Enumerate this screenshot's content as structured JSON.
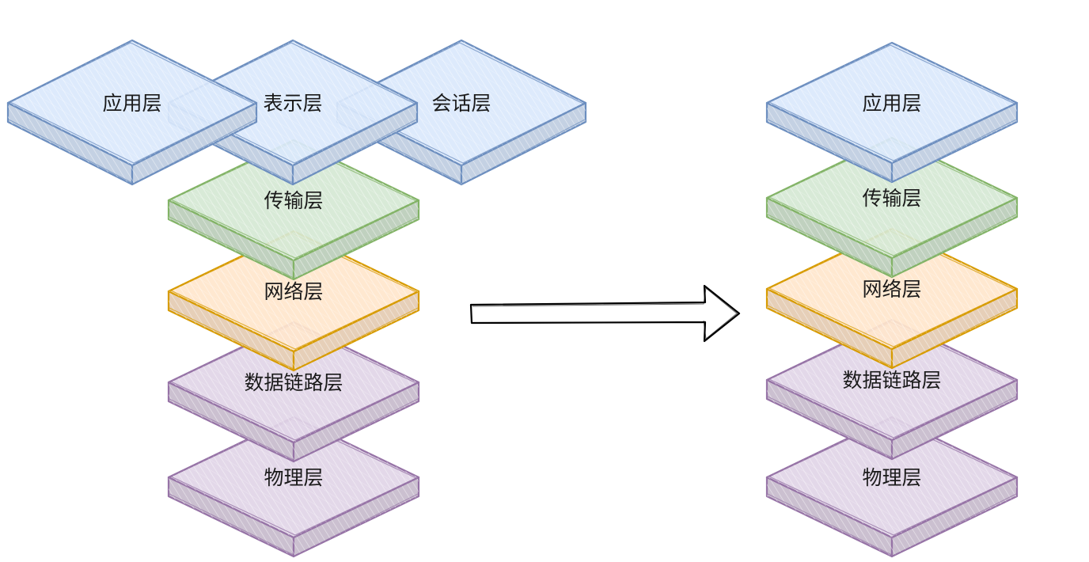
{
  "left_stack": {
    "top_row": [
      {
        "label": "应用层",
        "color": "#6c8ebf",
        "fill": "#dae8fc"
      },
      {
        "label": "表示层",
        "color": "#6c8ebf",
        "fill": "#dae8fc"
      },
      {
        "label": "会话层",
        "color": "#6c8ebf",
        "fill": "#dae8fc"
      }
    ],
    "layers": [
      {
        "label": "传输层",
        "color": "#82b366",
        "fill": "#d5e8d4"
      },
      {
        "label": "网络层",
        "color": "#d79b00",
        "fill": "#ffe6cc"
      },
      {
        "label": "数据链路层",
        "color": "#9673a6",
        "fill": "#e1d5e7"
      },
      {
        "label": "物理层",
        "color": "#9673a6",
        "fill": "#e1d5e7"
      }
    ]
  },
  "right_stack": {
    "layers": [
      {
        "label": "应用层",
        "color": "#6c8ebf",
        "fill": "#dae8fc"
      },
      {
        "label": "传输层",
        "color": "#82b366",
        "fill": "#d5e8d4"
      },
      {
        "label": "网络层",
        "color": "#d79b00",
        "fill": "#ffe6cc"
      },
      {
        "label": "数据链路层",
        "color": "#9673a6",
        "fill": "#e1d5e7"
      },
      {
        "label": "物理层",
        "color": "#9673a6",
        "fill": "#e1d5e7"
      }
    ]
  },
  "arrow": {
    "direction": "right",
    "color": "#000000"
  }
}
